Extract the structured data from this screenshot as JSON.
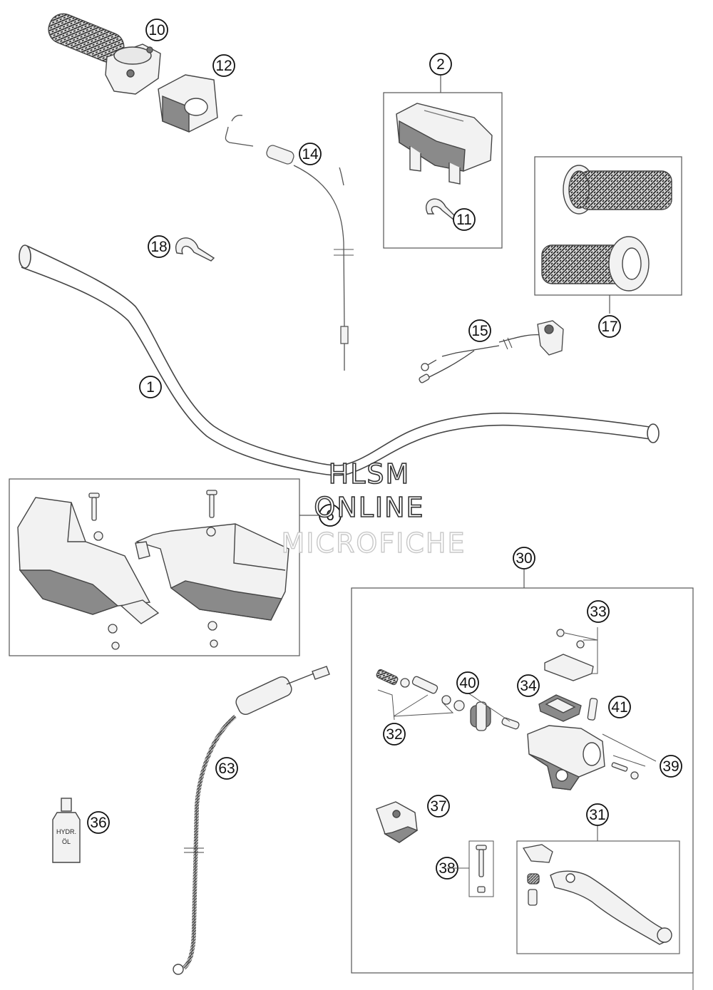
{
  "diagram": {
    "callouts": {
      "c1": "1",
      "c2": "2",
      "c6": "6",
      "c10": "10",
      "c11": "11",
      "c12": "12",
      "c14": "14",
      "c15": "15",
      "c17": "17",
      "c18": "18",
      "c30": "30",
      "c31": "31",
      "c32": "32",
      "c33": "33",
      "c34": "34",
      "c36": "36",
      "c37": "37",
      "c38": "38",
      "c39": "39",
      "c40": "40",
      "c41": "41",
      "c63": "63"
    },
    "bottle_label": {
      "line1": "HYDR.",
      "line2": "ÖL"
    },
    "watermark": {
      "line1": "HLSM",
      "line2": "ONLINE",
      "line3": "MICROFICHE"
    }
  },
  "colors": {
    "line": "#444444",
    "part_fill": "#f2f2f2",
    "part_dark": "#7a7a7a",
    "watermark_light": "#c8c8c8"
  }
}
